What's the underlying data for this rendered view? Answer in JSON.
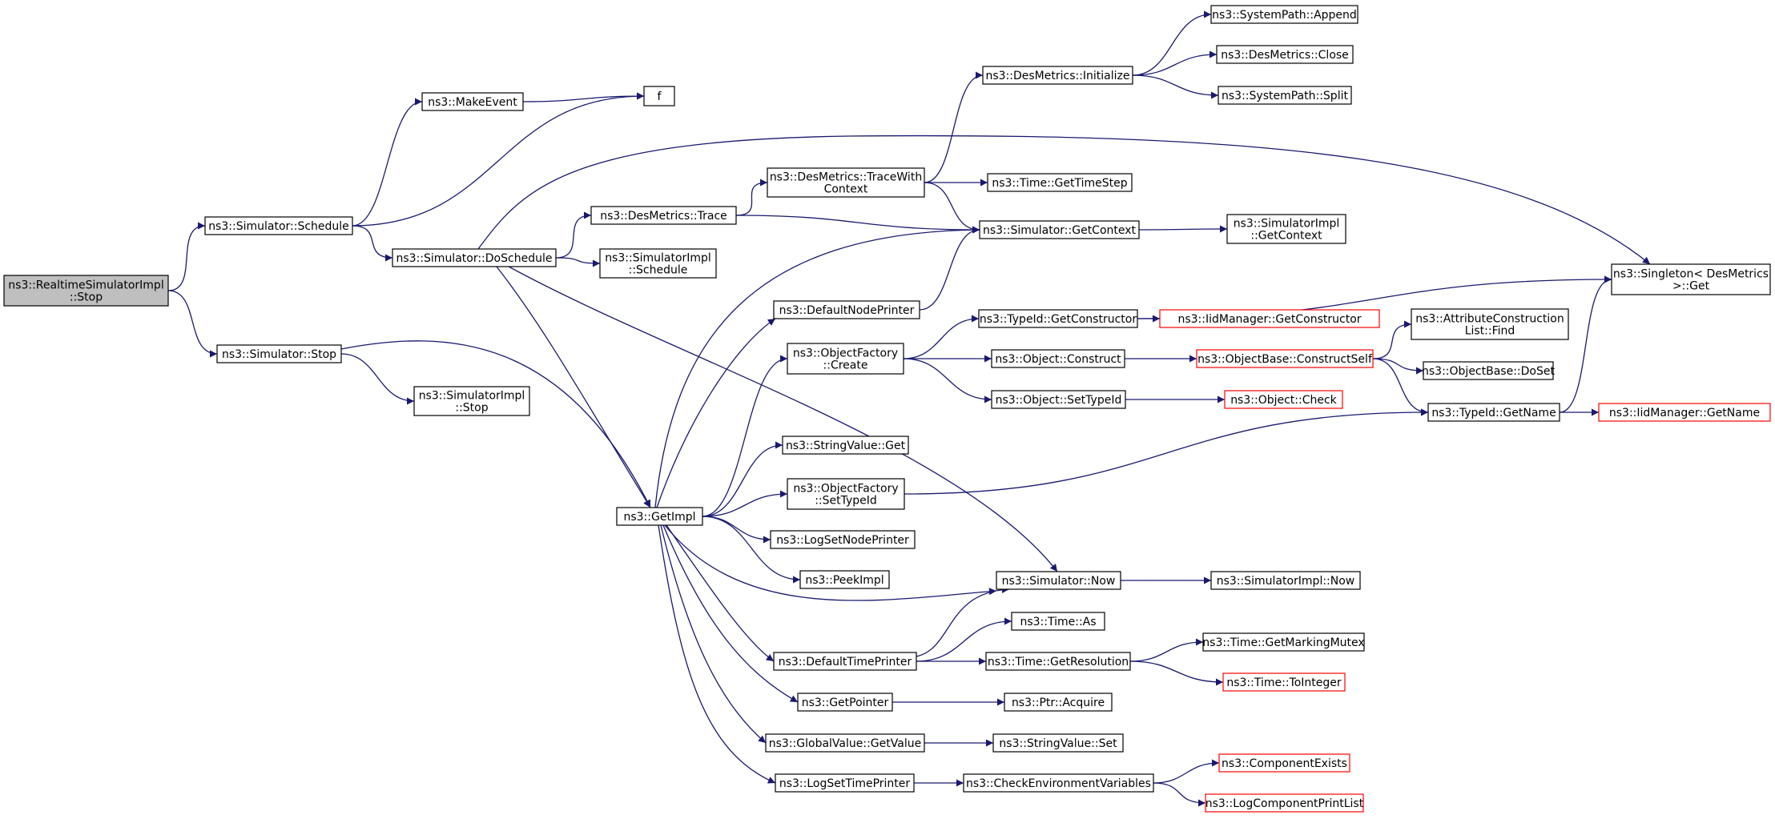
{
  "colors": {
    "edge": "#191970",
    "root_fill": "#bfbfbf",
    "truncated_border": "#ff0000"
  },
  "nodes": [
    {
      "id": "n0",
      "label": "ns3::RealtimeSimulatorImpl\n::Stop",
      "root": true
    },
    {
      "id": "n1",
      "label": "ns3::Simulator::Schedule"
    },
    {
      "id": "n2",
      "label": "ns3::Simulator::Stop"
    },
    {
      "id": "n3",
      "label": "ns3::MakeEvent"
    },
    {
      "id": "n4",
      "label": "f"
    },
    {
      "id": "n5",
      "label": "ns3::Simulator::DoSchedule"
    },
    {
      "id": "n6",
      "label": "ns3::SimulatorImpl\n::Stop"
    },
    {
      "id": "n7",
      "label": "ns3::GetImpl"
    },
    {
      "id": "n8",
      "label": "ns3::DesMetrics::Trace"
    },
    {
      "id": "n9",
      "label": "ns3::SimulatorImpl\n::Schedule"
    },
    {
      "id": "n10",
      "label": "ns3::DesMetrics::TraceWith\nContext"
    },
    {
      "id": "n11",
      "label": "ns3::DesMetrics::Initialize"
    },
    {
      "id": "n12",
      "label": "ns3::SystemPath::Append"
    },
    {
      "id": "n13",
      "label": "ns3::DesMetrics::Close"
    },
    {
      "id": "n14",
      "label": "ns3::SystemPath::Split"
    },
    {
      "id": "n15",
      "label": "ns3::Time::GetTimeStep"
    },
    {
      "id": "n16",
      "label": "ns3::Simulator::GetContext"
    },
    {
      "id": "n17",
      "label": "ns3::SimulatorImpl\n::GetContext"
    },
    {
      "id": "n18",
      "label": "ns3::Singleton< DesMetrics\n >::Get"
    },
    {
      "id": "n19",
      "label": "ns3::DefaultNodePrinter"
    },
    {
      "id": "n20",
      "label": "ns3::ObjectFactory\n::Create"
    },
    {
      "id": "n21",
      "label": "ns3::TypeId::GetConstructor"
    },
    {
      "id": "n22",
      "label": "ns3::IidManager::GetConstructor",
      "truncated": true
    },
    {
      "id": "n23",
      "label": "ns3::Object::Construct"
    },
    {
      "id": "n24",
      "label": "ns3::ObjectBase::ConstructSelf",
      "truncated": true
    },
    {
      "id": "n25",
      "label": "ns3::AttributeConstruction\nList::Find"
    },
    {
      "id": "n26",
      "label": "ns3::ObjectBase::DoSet"
    },
    {
      "id": "n27",
      "label": "ns3::Object::SetTypeId"
    },
    {
      "id": "n28",
      "label": "ns3::Object::Check",
      "truncated": true
    },
    {
      "id": "n29",
      "label": "ns3::TypeId::GetName"
    },
    {
      "id": "n30",
      "label": "ns3::IidManager::GetName",
      "truncated": true
    },
    {
      "id": "n31",
      "label": "ns3::StringValue::Get"
    },
    {
      "id": "n32",
      "label": "ns3::ObjectFactory\n::SetTypeId"
    },
    {
      "id": "n33",
      "label": "ns3::LogSetNodePrinter"
    },
    {
      "id": "n34",
      "label": "ns3::PeekImpl"
    },
    {
      "id": "n35",
      "label": "ns3::Simulator::Now"
    },
    {
      "id": "n36",
      "label": "ns3::SimulatorImpl::Now"
    },
    {
      "id": "n37",
      "label": "ns3::Time::As"
    },
    {
      "id": "n38",
      "label": "ns3::DefaultTimePrinter"
    },
    {
      "id": "n39",
      "label": "ns3::Time::GetResolution"
    },
    {
      "id": "n40",
      "label": "ns3::Time::GetMarkingMutex"
    },
    {
      "id": "n41",
      "label": "ns3::Time::ToInteger",
      "truncated": true
    },
    {
      "id": "n42",
      "label": "ns3::GetPointer"
    },
    {
      "id": "n43",
      "label": "ns3::Ptr::Acquire"
    },
    {
      "id": "n44",
      "label": "ns3::GlobalValue::GetValue"
    },
    {
      "id": "n45",
      "label": "ns3::StringValue::Set"
    },
    {
      "id": "n46",
      "label": "ns3::LogSetTimePrinter"
    },
    {
      "id": "n47",
      "label": "ns3::CheckEnvironmentVariables"
    },
    {
      "id": "n48",
      "label": "ns3::ComponentExists",
      "truncated": true
    },
    {
      "id": "n49",
      "label": "ns3::LogComponentPrintList",
      "truncated": true
    }
  ],
  "edges": [
    [
      "n0",
      "n1"
    ],
    [
      "n0",
      "n2"
    ],
    [
      "n1",
      "n3"
    ],
    [
      "n1",
      "n4"
    ],
    [
      "n1",
      "n5"
    ],
    [
      "n3",
      "n4"
    ],
    [
      "n2",
      "n6"
    ],
    [
      "n2",
      "n7"
    ],
    [
      "n5",
      "n18"
    ],
    [
      "n5",
      "n8"
    ],
    [
      "n5",
      "n9"
    ],
    [
      "n5",
      "n7"
    ],
    [
      "n5",
      "n35"
    ],
    [
      "n8",
      "n10"
    ],
    [
      "n8",
      "n16"
    ],
    [
      "n10",
      "n11"
    ],
    [
      "n10",
      "n15"
    ],
    [
      "n10",
      "n16"
    ],
    [
      "n11",
      "n12"
    ],
    [
      "n11",
      "n13"
    ],
    [
      "n11",
      "n14"
    ],
    [
      "n16",
      "n17"
    ],
    [
      "n7",
      "n16"
    ],
    [
      "n7",
      "n19"
    ],
    [
      "n7",
      "n20"
    ],
    [
      "n7",
      "n31"
    ],
    [
      "n7",
      "n32"
    ],
    [
      "n7",
      "n33"
    ],
    [
      "n7",
      "n34"
    ],
    [
      "n7",
      "n35"
    ],
    [
      "n7",
      "n38"
    ],
    [
      "n7",
      "n42"
    ],
    [
      "n7",
      "n44"
    ],
    [
      "n7",
      "n46"
    ],
    [
      "n19",
      "n16"
    ],
    [
      "n20",
      "n21"
    ],
    [
      "n20",
      "n23"
    ],
    [
      "n20",
      "n27"
    ],
    [
      "n21",
      "n18"
    ],
    [
      "n21",
      "n22"
    ],
    [
      "n23",
      "n24"
    ],
    [
      "n24",
      "n25"
    ],
    [
      "n24",
      "n26"
    ],
    [
      "n24",
      "n29"
    ],
    [
      "n27",
      "n28"
    ],
    [
      "n29",
      "n18"
    ],
    [
      "n29",
      "n30"
    ],
    [
      "n32",
      "n29"
    ],
    [
      "n35",
      "n36"
    ],
    [
      "n38",
      "n35"
    ],
    [
      "n38",
      "n37"
    ],
    [
      "n38",
      "n39"
    ],
    [
      "n39",
      "n40"
    ],
    [
      "n39",
      "n41"
    ],
    [
      "n42",
      "n43"
    ],
    [
      "n44",
      "n45"
    ],
    [
      "n46",
      "n47"
    ],
    [
      "n47",
      "n48"
    ],
    [
      "n47",
      "n49"
    ]
  ]
}
